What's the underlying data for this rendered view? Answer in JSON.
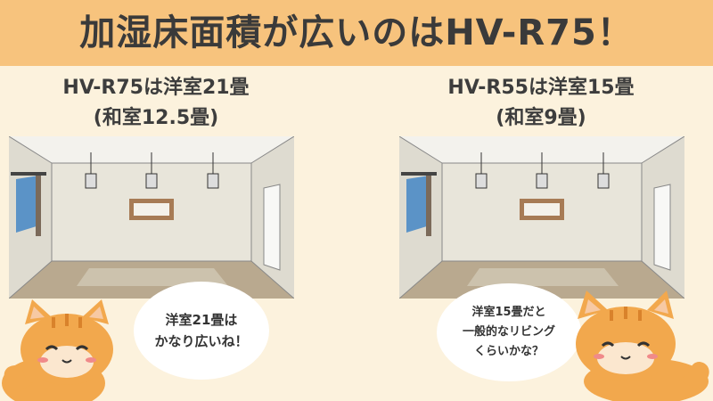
{
  "header": {
    "title": "加湿床面積が広いのはHV-R75！"
  },
  "left": {
    "title_line1": "HV-R75は洋室21畳",
    "title_line2": "(和室12.5畳)",
    "bubble_text": "洋室21畳は\nかなり広いね！"
  },
  "right": {
    "title_line1": "HV-R55は洋室15畳",
    "title_line2": "(和室9畳)",
    "bubble_text": "洋室15畳だと\n一般的なリビング\nくらいかな？"
  },
  "colors": {
    "header_bg": "#f7c37d",
    "page_bg": "#fcf2dd",
    "cat_orange": "#f2a84d"
  },
  "icons": [
    "room-illustration",
    "cat-icon"
  ]
}
